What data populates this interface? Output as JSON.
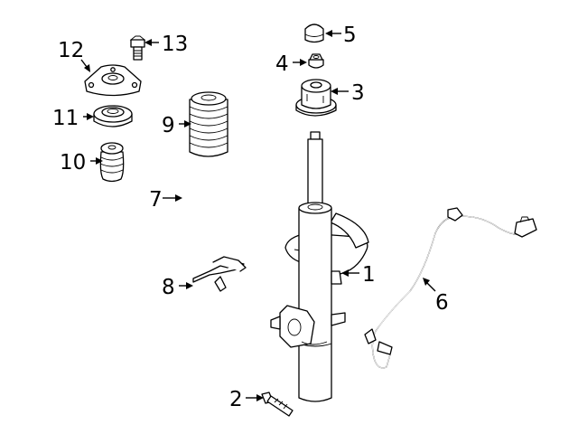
{
  "callouts": [
    {
      "id": "1",
      "text": "1"
    },
    {
      "id": "2",
      "text": "2"
    },
    {
      "id": "3",
      "text": "3"
    },
    {
      "id": "4",
      "text": "4"
    },
    {
      "id": "5",
      "text": "5"
    },
    {
      "id": "6",
      "text": "6"
    },
    {
      "id": "7",
      "text": "7"
    },
    {
      "id": "8",
      "text": "8"
    },
    {
      "id": "9",
      "text": "9"
    },
    {
      "id": "10",
      "text": "10"
    },
    {
      "id": "11",
      "text": "11"
    },
    {
      "id": "12",
      "text": "12"
    },
    {
      "id": "13",
      "text": "13"
    }
  ],
  "parts": [
    {
      "callout": "1",
      "icon": "strut-assembly-icon"
    },
    {
      "callout": "2",
      "icon": "bolt-icon"
    },
    {
      "callout": "3",
      "icon": "strut-mount-icon"
    },
    {
      "callout": "4",
      "icon": "nut-icon"
    },
    {
      "callout": "5",
      "icon": "cap-icon"
    },
    {
      "callout": "6",
      "icon": "sensor-wire-icon"
    },
    {
      "callout": "7",
      "icon": "coil-spring-icon"
    },
    {
      "callout": "8",
      "icon": "bracket-icon"
    },
    {
      "callout": "9",
      "icon": "dust-boot-icon"
    },
    {
      "callout": "10",
      "icon": "bump-stop-icon"
    },
    {
      "callout": "11",
      "icon": "bearing-icon"
    },
    {
      "callout": "12",
      "icon": "upper-mount-plate-icon"
    },
    {
      "callout": "13",
      "icon": "bolt-icon"
    }
  ]
}
